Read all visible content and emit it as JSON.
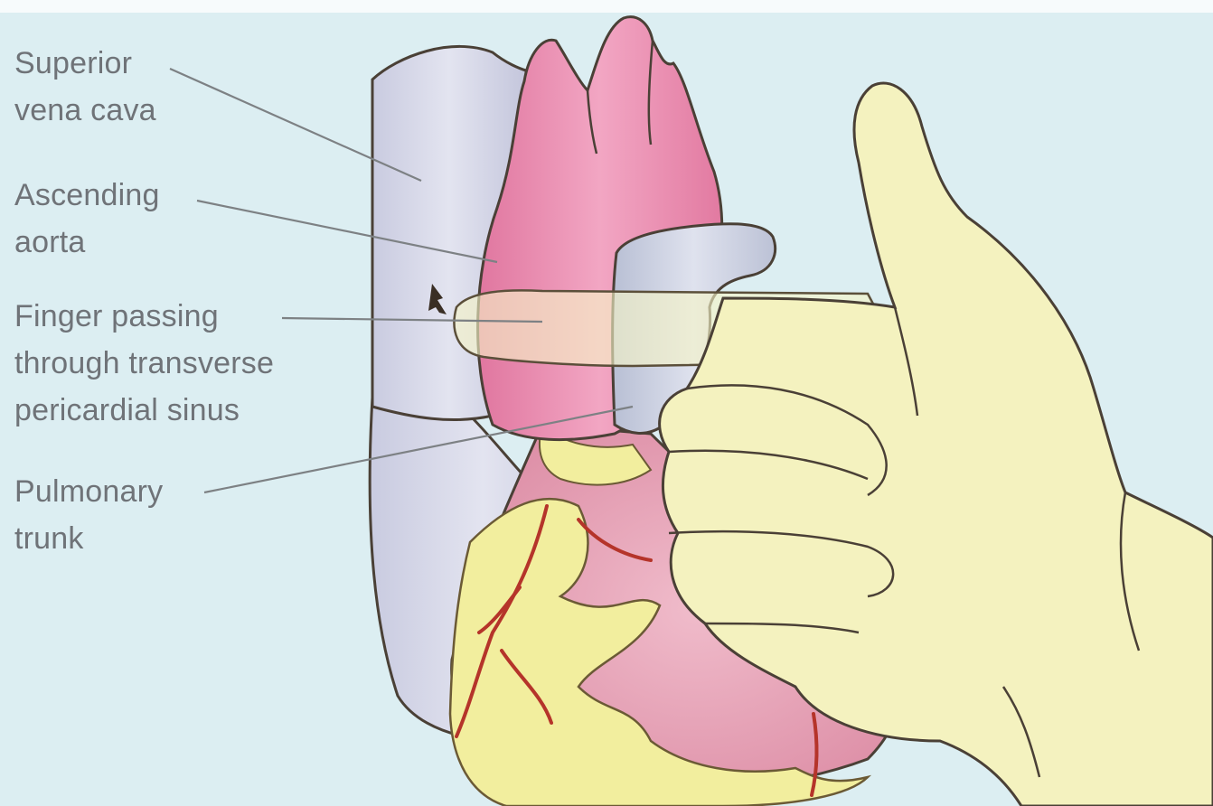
{
  "colors": {
    "background": "#dceef2",
    "vena_cava": "#d7d9ea",
    "aorta": "#e98ab0",
    "pulmonary_trunk": "#c9cfe0",
    "hand": "#f4f2bf",
    "ventricle": "#e7a3b8",
    "vessels": "#b5342a",
    "leader_lines": "#7d8184",
    "outline": "#4a4036"
  },
  "labels": {
    "svc": [
      "Superior",
      "vena cava"
    ],
    "aorta": [
      "Ascending",
      "aorta"
    ],
    "finger": [
      "Finger passing",
      "through transverse",
      "pericardial sinus"
    ],
    "pulmonary": [
      "Pulmonary",
      "trunk"
    ]
  }
}
